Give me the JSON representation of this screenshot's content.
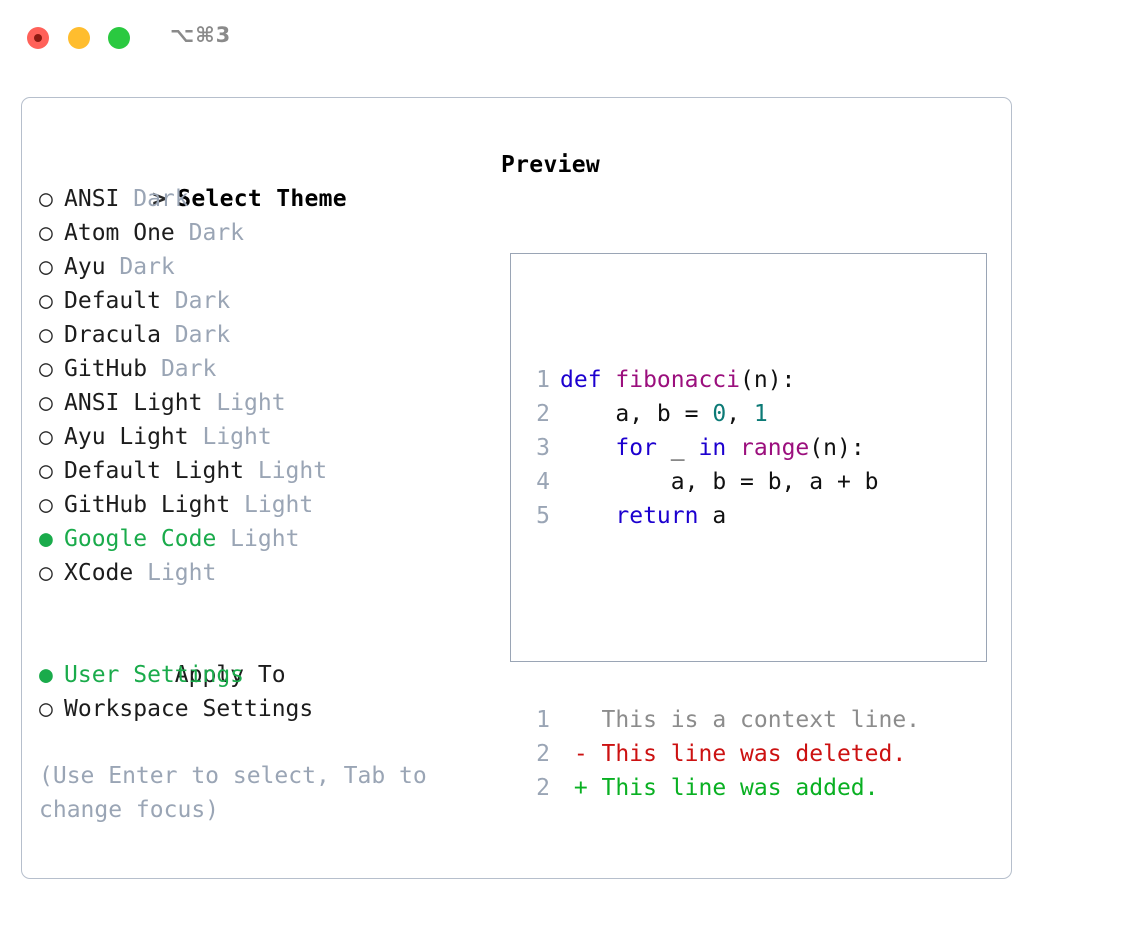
{
  "window": {
    "title": "⌥⌘3",
    "traffic_lights": [
      {
        "name": "close",
        "color": "#ff6159"
      },
      {
        "name": "minimize",
        "color": "#ffbd2e"
      },
      {
        "name": "maximize",
        "color": "#2ac940"
      }
    ]
  },
  "colors": {
    "selected_green": "#1aab4b",
    "muted_gray": "#9aa5b5",
    "panel_border": "#b6bfcc",
    "preview_border": "#9aa5b5",
    "diff_add": "#09b022",
    "diff_del": "#cc1111",
    "diff_ctx": "#8c8c8c",
    "kw": "#1c00cf",
    "fn": "#9b0f7d",
    "num": "#0c7a76"
  },
  "theme_picker": {
    "heading_marker": ">",
    "heading": "Select Theme",
    "unselected_marker": "○",
    "selected_marker": "●",
    "items": [
      {
        "label": "ANSI",
        "suffix": "Dark",
        "selected": false
      },
      {
        "label": "Atom One",
        "suffix": "Dark",
        "selected": false
      },
      {
        "label": "Ayu",
        "suffix": "Dark",
        "selected": false
      },
      {
        "label": "Default",
        "suffix": "Dark",
        "selected": false
      },
      {
        "label": "Dracula",
        "suffix": "Dark",
        "selected": false
      },
      {
        "label": "GitHub",
        "suffix": "Dark",
        "selected": false
      },
      {
        "label": "ANSI Light",
        "suffix": "Light",
        "selected": false
      },
      {
        "label": "Ayu Light",
        "suffix": "Light",
        "selected": false
      },
      {
        "label": "Default Light",
        "suffix": "Light",
        "selected": false
      },
      {
        "label": "GitHub Light",
        "suffix": "Light",
        "selected": false
      },
      {
        "label": "Google Code",
        "suffix": "Light",
        "selected": true
      },
      {
        "label": "XCode",
        "suffix": "Light",
        "selected": false
      }
    ]
  },
  "apply_to": {
    "heading": "Apply To",
    "items": [
      {
        "label": "User Settings",
        "selected": true
      },
      {
        "label": "Workspace Settings",
        "selected": false
      }
    ]
  },
  "hint": "(Use Enter to select, Tab to change focus)",
  "preview": {
    "title": "Preview",
    "code_lines": [
      {
        "number": "1",
        "tokens": [
          {
            "text": "def ",
            "kind": "kw"
          },
          {
            "text": "fibonacci",
            "kind": "fn"
          },
          {
            "text": "(n):",
            "kind": "plain"
          }
        ]
      },
      {
        "number": "2",
        "tokens": [
          {
            "text": "    a, b = ",
            "kind": "plain"
          },
          {
            "text": "0",
            "kind": "num"
          },
          {
            "text": ", ",
            "kind": "plain"
          },
          {
            "text": "1",
            "kind": "num"
          }
        ]
      },
      {
        "number": "3",
        "tokens": [
          {
            "text": "    ",
            "kind": "plain"
          },
          {
            "text": "for",
            "kind": "kw"
          },
          {
            "text": " _ ",
            "kind": "plain"
          },
          {
            "text": "in",
            "kind": "kw"
          },
          {
            "text": " ",
            "kind": "plain"
          },
          {
            "text": "range",
            "kind": "fn"
          },
          {
            "text": "(n):",
            "kind": "plain"
          }
        ]
      },
      {
        "number": "4",
        "tokens": [
          {
            "text": "        a, b = b, a + b",
            "kind": "plain"
          }
        ]
      },
      {
        "number": "5",
        "tokens": [
          {
            "text": "    ",
            "kind": "plain"
          },
          {
            "text": "return",
            "kind": "kw"
          },
          {
            "text": " a",
            "kind": "plain"
          }
        ]
      }
    ],
    "diff_lines": [
      {
        "number": "1",
        "sign": " ",
        "text": " This is a context line.",
        "kind": "ctx"
      },
      {
        "number": "2",
        "sign": "-",
        "text": " This line was deleted.",
        "kind": "del"
      },
      {
        "number": "2",
        "sign": "+",
        "text": " This line was added.",
        "kind": "add"
      }
    ]
  }
}
